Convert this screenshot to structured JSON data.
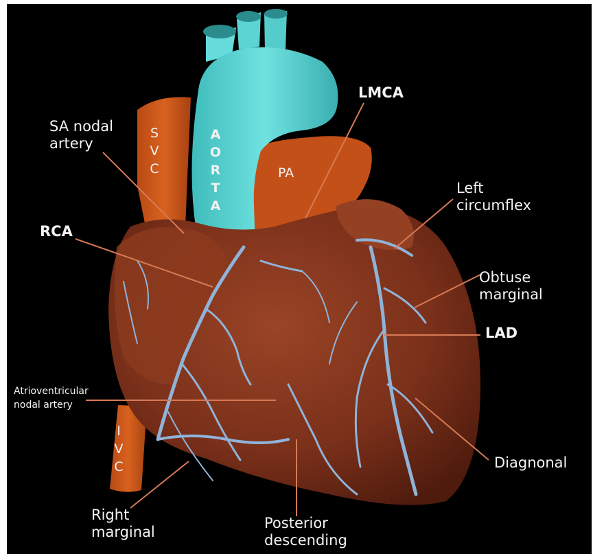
{
  "colors": {
    "background": "#000000",
    "frame": "#ffffff",
    "heart": "#8a3a20",
    "vessel_orange": "#c8541a",
    "aorta": "#5ad6d6",
    "coronary": "#8fb3d9",
    "leader": "#d77a55",
    "label": "#f4f4f4"
  },
  "labels": {
    "sa_nodal": "SA nodal\nartery",
    "svc": "S\nV\nC",
    "aorta": "A\nO\nR\nT\nA",
    "lmca": "LMCA",
    "pa": "PA",
    "left_circumflex": "Left\ncircumflex",
    "rca": "RCA",
    "obtuse_marginal": "Obtuse\nmarginal",
    "lad": "LAD",
    "av_nodal": "Atrioventricular\nnodal artery",
    "ivc": "I\nV\nC",
    "diagnonal": "Diagnonal",
    "right_marginal": "Right\nmarginal",
    "posterior_descending": "Posterior\ndescending"
  }
}
